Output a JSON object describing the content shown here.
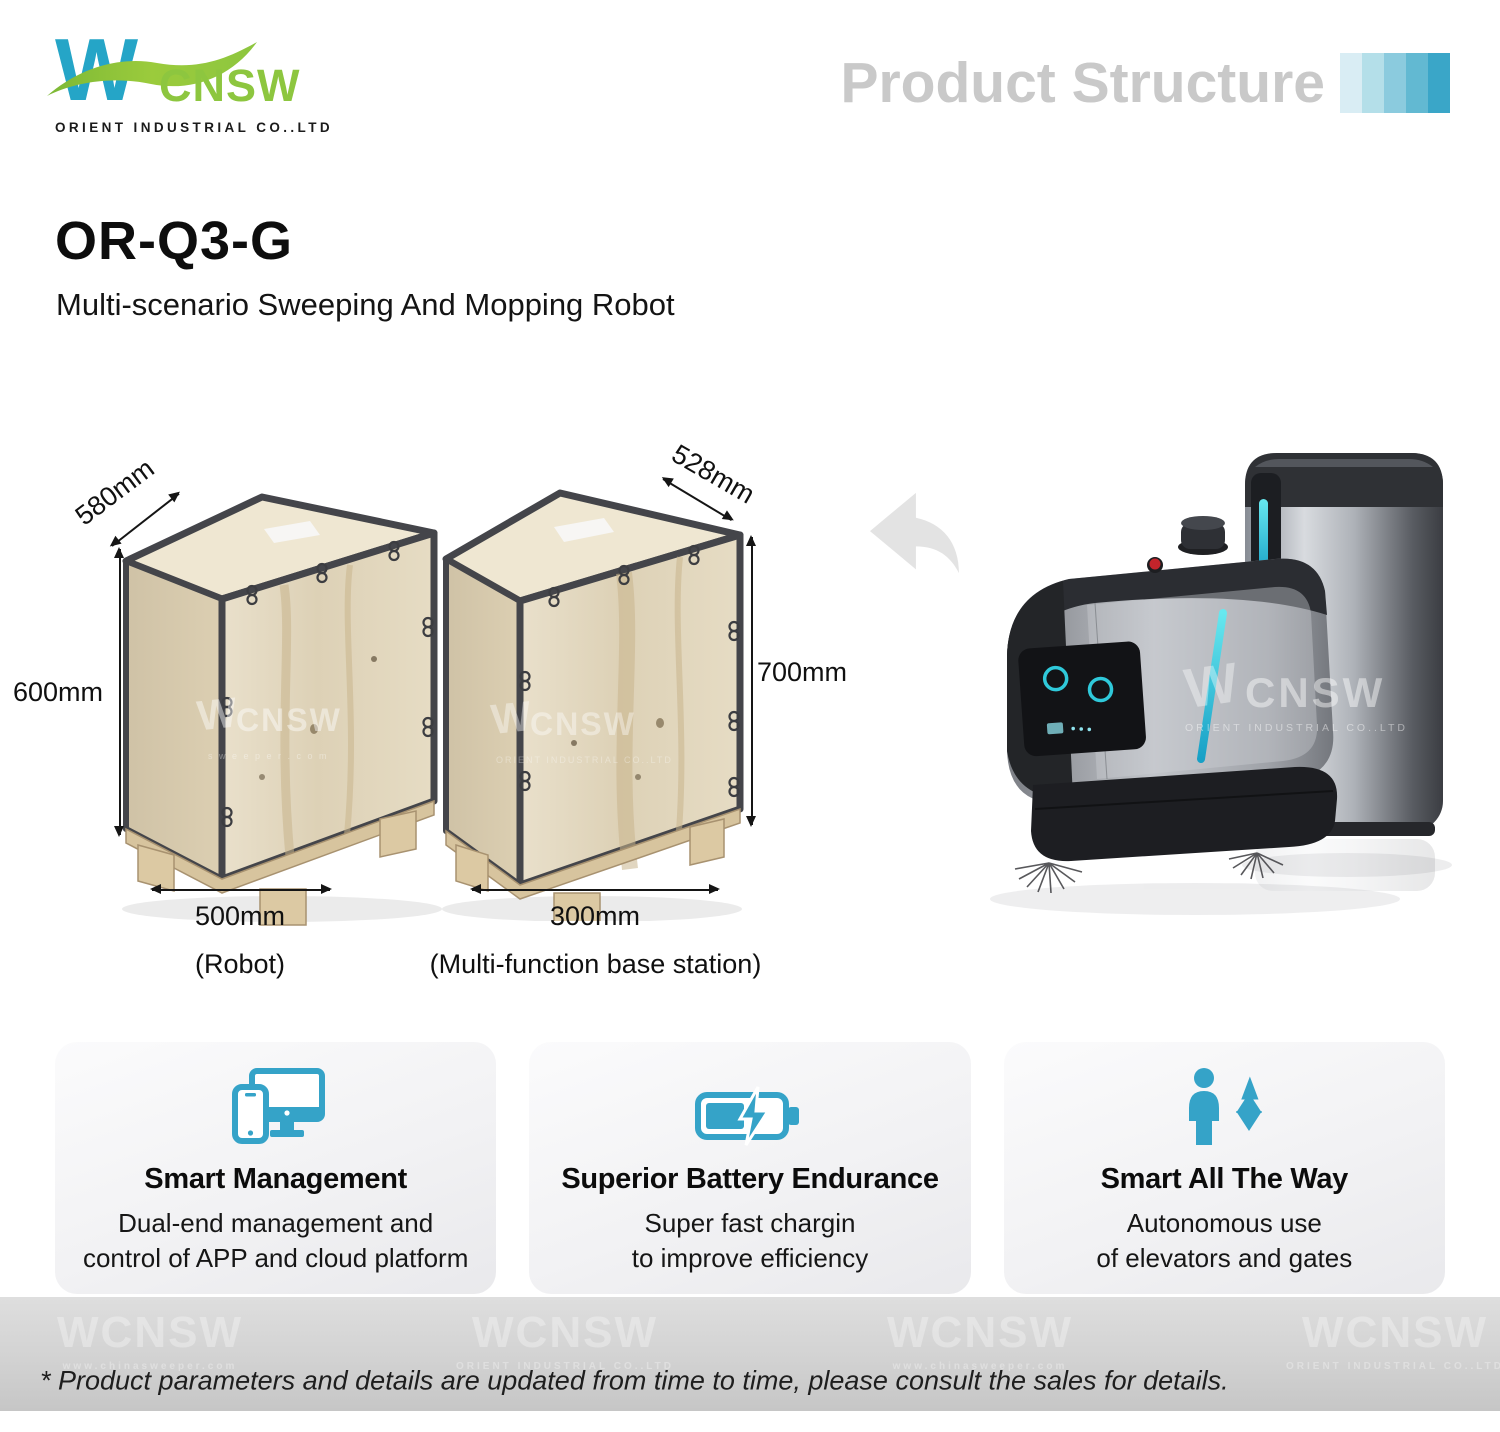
{
  "header": {
    "logo": {
      "letter": "W",
      "brand": "CNSW",
      "company": "ORIENT INDUSTRIAL CO..LTD"
    },
    "page_title": "Product Structure",
    "accent_bars": [
      "#d9edf4",
      "#b4dfe9",
      "#8bcbde",
      "#62b9d2",
      "#3aa6c8"
    ]
  },
  "product": {
    "model": "OR-Q3-G",
    "subtitle": "Multi-scenario Sweeping And Mopping Robot"
  },
  "packing": {
    "robot_crate": {
      "depth": "580mm",
      "height": "600mm",
      "width": "500mm",
      "caption": "(Robot)"
    },
    "station_crate": {
      "depth": "528mm",
      "height": "700mm",
      "width": "300mm",
      "caption": "(Multi-function base station)"
    }
  },
  "features": [
    {
      "icon": "devices-icon",
      "title": "Smart Management",
      "desc_line1": "Dual-end management and",
      "desc_line2": "control of APP and cloud platform"
    },
    {
      "icon": "battery-charging-icon",
      "title": "Superior Battery Endurance",
      "desc_line1": "Super fast chargin",
      "desc_line2": "to improve efficiency"
    },
    {
      "icon": "elevator-icon",
      "title": "Smart All The Way",
      "desc_line1": "Autonomous use",
      "desc_line2": "of elevators and gates"
    }
  ],
  "footer": {
    "note": "* Product parameters and details are updated from time to time, please consult the sales for details."
  },
  "watermark": {
    "brand": "WCNSW",
    "company": "ORIENT INDUSTRIAL CO..LTD",
    "url": "www.chinasweeper.com"
  },
  "colors": {
    "accent_blue": "#35a3c8",
    "logo_blue": "#25a5c7",
    "logo_green": "#8dc63f",
    "title_gray": "#c9c9c9"
  }
}
